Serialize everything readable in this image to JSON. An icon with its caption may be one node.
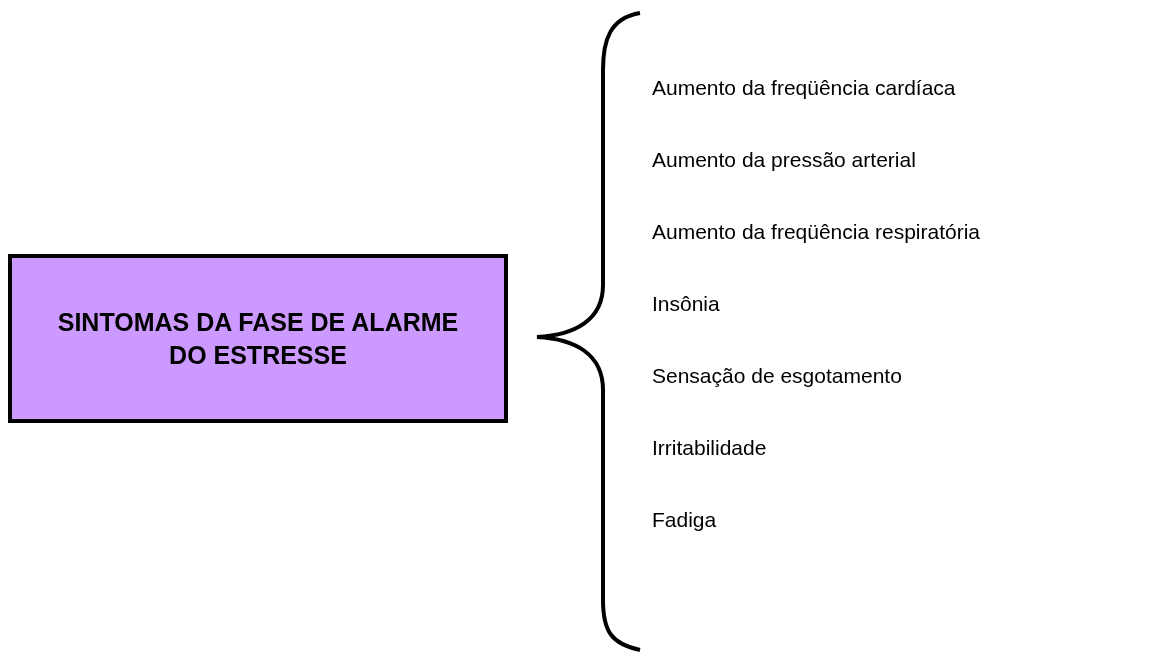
{
  "diagram": {
    "nodes": [
      {
        "text": [
          "SINTOMAS DA FASE DE ALARME DO ESTRESSE"
        ]
      }
    ],
    "labels": [
      "Aumento da freqüência cardíaca",
      "Aumento da pressão arterial",
      "Aumento da freqüência respiratória",
      "Insônia",
      "Sensação de esgotamento",
      "Irritabilidade",
      "Fadiga"
    ]
  }
}
